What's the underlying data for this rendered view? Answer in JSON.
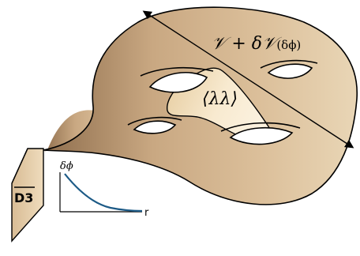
{
  "labels": {
    "volume": "𝒱 + δ𝒱",
    "volume_arg": "(δϕ)",
    "condensate": "⟨λλ⟩",
    "brane": "D3",
    "plot_y": "δϕ",
    "plot_x": "r"
  },
  "colors": {
    "surface_light": "#f3e2c3",
    "surface_mid": "#c9a882",
    "surface_dark": "#9c7a56",
    "region_light": "#fbefd9",
    "region_dark": "#e8cfa4",
    "outline": "#000000",
    "curve": "#1c5a86"
  },
  "plot": {
    "type": "line",
    "description_curve": "decaying",
    "xlabel": "r",
    "ylabel": "δϕ"
  }
}
